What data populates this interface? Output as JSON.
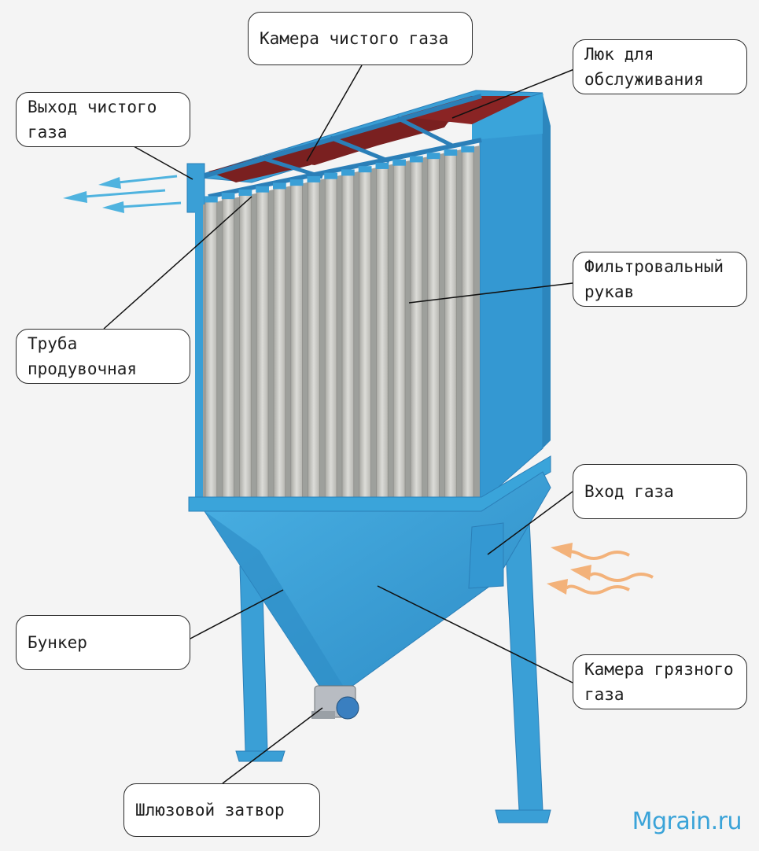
{
  "labels": {
    "clean_gas_chamber": "Камера чистого газа",
    "service_hatch": "Люк для\nобслуживания",
    "clean_gas_outlet": "Выход чистого\nгаза",
    "filter_sleeve": "Фильтровальный\nрукав",
    "purge_pipe": "Труба\nпродувочная",
    "gas_inlet": "Вход газа",
    "hopper": "Бункер",
    "dirty_gas_chamber": "Камера грязного\nгаза",
    "rotary_valve": "Шлюзовой затвор"
  },
  "watermark": "Mgrain.ru",
  "colors": {
    "body_blue": "#3a9fd6",
    "body_blue_dark": "#2b7fb8",
    "lid_red": "#7a2020",
    "sleeve_grey": "#c9c9c4",
    "outlet_arrow": "#4fb3df",
    "inlet_arrow": "#f3b27a"
  },
  "icons": {
    "outlet_arrows": "arrow-left",
    "inlet_arrows": "wavy-arrow-left"
  }
}
